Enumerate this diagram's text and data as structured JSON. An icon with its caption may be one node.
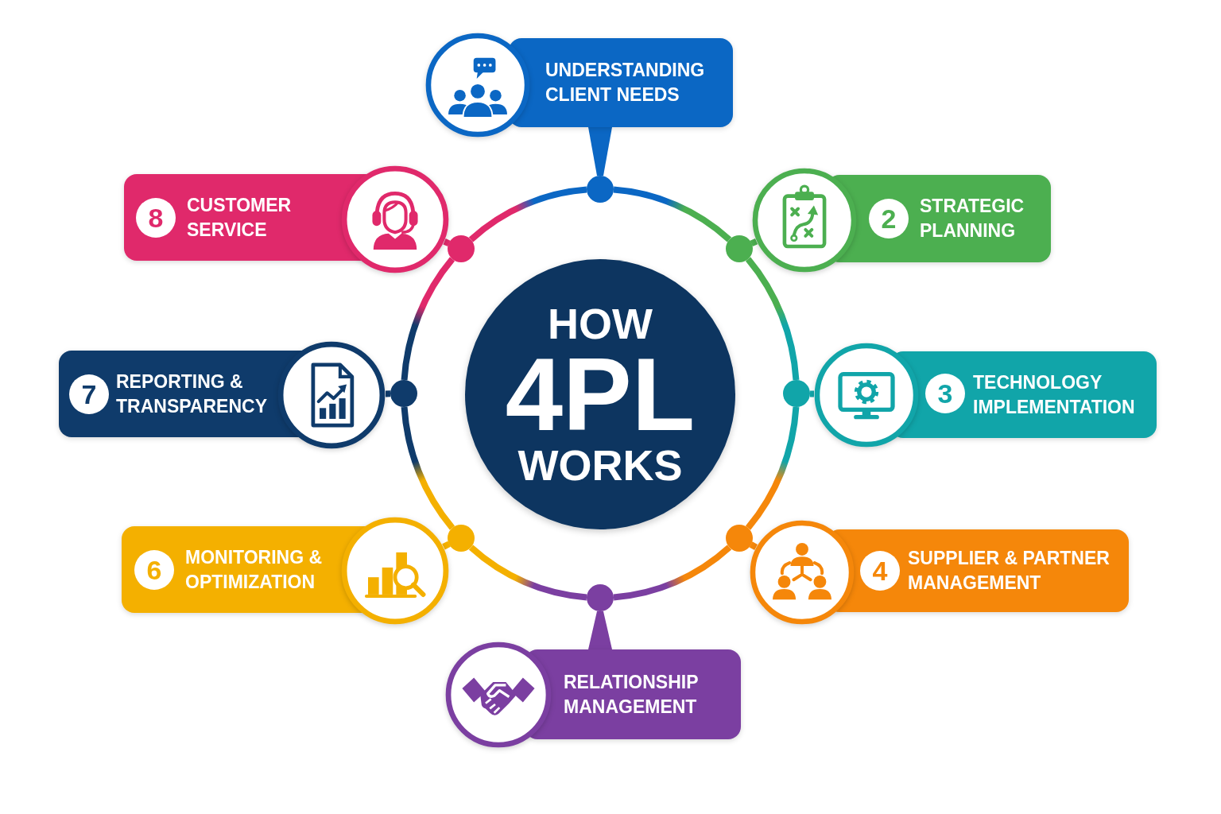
{
  "diagram": {
    "nodes": [
      {
        "text": [
          "HOW",
          "4PL",
          "WORKS"
        ]
      },
      {
        "text": [
          "UNDERSTANDING CLIENT NEEDS"
        ]
      },
      {
        "text": [
          "2",
          "STRATEGIC PLANNING"
        ]
      },
      {
        "text": [
          "3",
          "TECHNOLOGY IMPLEMENTATION"
        ]
      },
      {
        "text": [
          "4",
          "SUPPLIER & PARTNER MANAGEMENT"
        ]
      },
      {
        "text": [
          "RELATIONSHIP MANAGEMENT"
        ]
      },
      {
        "text": [
          "6",
          "MONITORING & OPTIMIZATION"
        ]
      },
      {
        "text": [
          "7",
          "REPORTING & TRANSPARENCY"
        ]
      },
      {
        "text": [
          "8",
          "CUSTOMER SERVICE"
        ]
      },
      {
        "text": [],
        "shape": "circle"
      },
      {
        "text": [],
        "shape": "circle"
      },
      {
        "text": [],
        "shape": "circle"
      },
      {
        "text": [],
        "shape": "circle"
      },
      {
        "text": [],
        "shape": "circle"
      },
      {
        "text": [],
        "shape": "circle"
      },
      {
        "text": [],
        "shape": "circle"
      },
      {
        "text": [],
        "shape": "circle"
      }
    ],
    "edges": [
      {
        "from": 1,
        "to": 9,
        "arrow": "none",
        "color": "#0b67c4"
      },
      {
        "from": 2,
        "to": 10,
        "arrow": "none",
        "color": "#4caf50"
      },
      {
        "from": 3,
        "to": 11,
        "arrow": "none",
        "color": "#11a5a9"
      },
      {
        "from": 4,
        "to": 12,
        "arrow": "none",
        "color": "#f5870a"
      },
      {
        "from": 5,
        "to": 13,
        "arrow": "none",
        "color": "#7b3fa1"
      },
      {
        "from": 6,
        "to": 14,
        "arrow": "none",
        "color": "#f4b000"
      },
      {
        "from": 7,
        "to": 15,
        "arrow": "none",
        "color": "#0f3b6b"
      },
      {
        "from": 8,
        "to": 16,
        "arrow": "none",
        "color": "#e0296b"
      },
      {
        "from": 9,
        "to": 10,
        "arrow": "none"
      },
      {
        "from": 10,
        "to": 11,
        "arrow": "none"
      },
      {
        "from": 11,
        "to": 12,
        "arrow": "none"
      },
      {
        "from": 12,
        "to": 13,
        "arrow": "none"
      },
      {
        "from": 13,
        "to": 14,
        "arrow": "none"
      },
      {
        "from": 14,
        "to": 15,
        "arrow": "none"
      },
      {
        "from": 15,
        "to": 16,
        "arrow": "none"
      },
      {
        "from": 16,
        "to": 9,
        "arrow": "none"
      }
    ]
  }
}
